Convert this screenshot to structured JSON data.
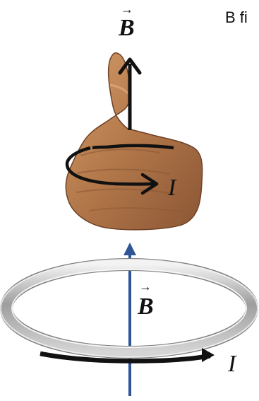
{
  "top_label": {
    "symbol": "B",
    "vector_mark": "→"
  },
  "clipped_text": "B fi",
  "hand": {
    "icon": "thumbs-up-hand-icon",
    "current_label": "I",
    "skin_color": "#b57a4b",
    "arrow_color": "#111111"
  },
  "loop": {
    "field_label": "B",
    "vector_mark": "→",
    "current_label": "I",
    "field_arrow_color": "#2f5597",
    "ring_color": "#b9b9b9",
    "current_arrow_color": "#111111"
  }
}
